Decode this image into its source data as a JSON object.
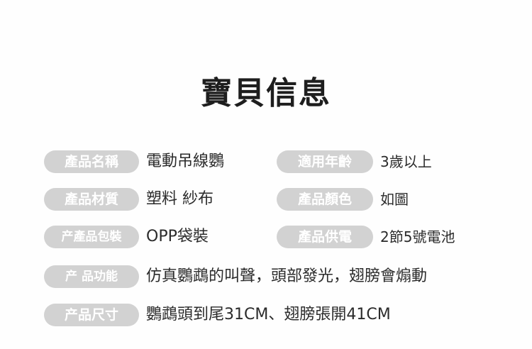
{
  "title": "寶貝信息",
  "specs": [
    {
      "label": "產品名稱",
      "value": "電動吊線鸚"
    },
    {
      "label": "適用年齡",
      "value": "3歲以上"
    },
    {
      "label": "產品材質",
      "value": "塑料 紗布"
    },
    {
      "label": "產品顏色",
      "value": "如圖"
    },
    {
      "label": "产產品包裝",
      "value": "OPP袋裝"
    },
    {
      "label": "產品供電",
      "value": "2節5號電池"
    },
    {
      "label": "产 品功能",
      "value": "仿真鸚鵡的叫聲，頭部發光，翅膀會煽動"
    },
    {
      "label": "产品尺寸",
      "value": "鸚鵡頭到尾31CM、翅膀張開41CM"
    }
  ],
  "colors": {
    "pill": "#d2d2d2",
    "pill_text": "#ffffff",
    "title": "#1e1e1e",
    "value_text": "#2b2b2b"
  }
}
